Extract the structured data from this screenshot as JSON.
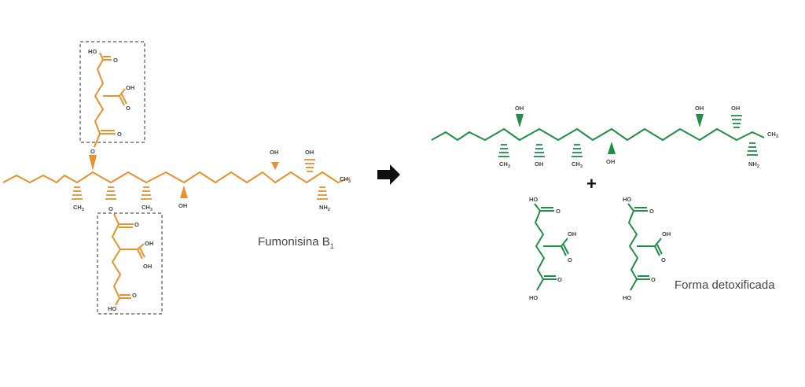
{
  "labels": {
    "fumonisin_name": "Fumonisina B",
    "fumonisin_subscript": "1",
    "detox_caption": "Forma detoxificada",
    "plus": "+"
  },
  "atoms": {
    "oh": "OH",
    "ho": "HO",
    "o": "O",
    "ch": "CH",
    "three": "3",
    "nh": "NH",
    "two": "2"
  },
  "icons": {
    "reaction_arrow": "arrow-right-icon"
  },
  "colors": {
    "fumonisin": "#E8912D",
    "detoxified": "#1F8F45",
    "box_border": "#555555",
    "caption": "#444444",
    "arrow": "#111111"
  }
}
